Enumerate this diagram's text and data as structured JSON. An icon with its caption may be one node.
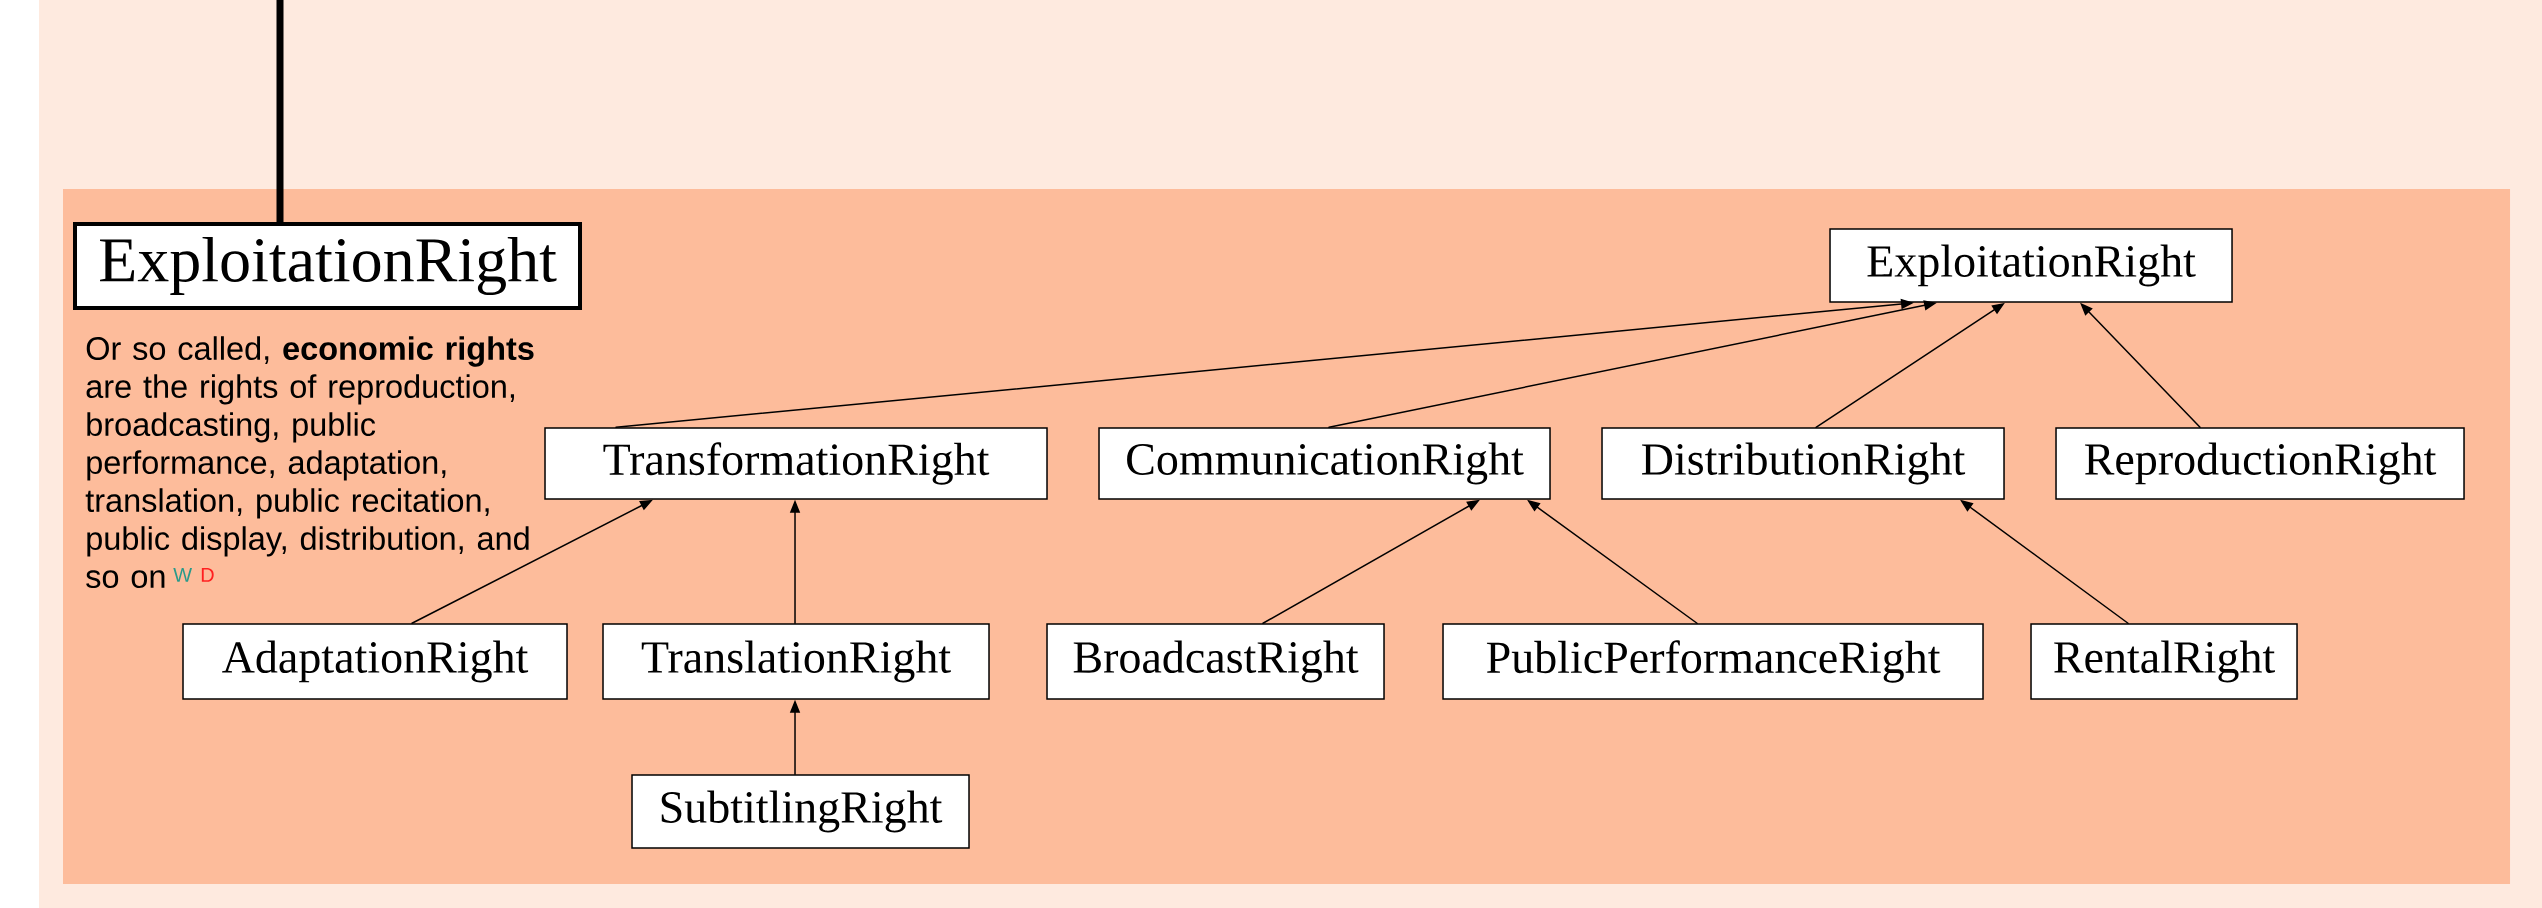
{
  "diagram": {
    "nodes": [
      {
        "text": [
          "ExploitationRight"
        ],
        "beside": [
          "Or so called, **economic rights** are the rights of reproduction, broadcasting, public performance, adaptation, translation, public recitation, public display, distribution, and so on"
        ]
      },
      {
        "text": [
          "ExploitationRight"
        ]
      },
      {
        "text": [
          "TransformationRight"
        ]
      },
      {
        "text": [
          "CommunicationRight"
        ]
      },
      {
        "text": [
          "DistributionRight"
        ]
      },
      {
        "text": [
          "ReproductionRight"
        ]
      },
      {
        "text": [
          "AdaptationRight"
        ]
      },
      {
        "text": [
          "TranslationRight"
        ]
      },
      {
        "text": [
          "BroadcastRight"
        ]
      },
      {
        "text": [
          "PublicPerformanceRight"
        ]
      },
      {
        "text": [
          "RentalRight"
        ]
      },
      {
        "text": [
          "SubtitlingRight"
        ]
      }
    ],
    "edges": [
      {
        "from": null,
        "to": 0,
        "arrow": "none",
        "style": "thick"
      },
      {
        "from": 2,
        "to": 1,
        "arrow": "to"
      },
      {
        "from": 3,
        "to": 1,
        "arrow": "to"
      },
      {
        "from": 4,
        "to": 1,
        "arrow": "to"
      },
      {
        "from": 5,
        "to": 1,
        "arrow": "to"
      },
      {
        "from": 6,
        "to": 2,
        "arrow": "to"
      },
      {
        "from": 7,
        "to": 2,
        "arrow": "to"
      },
      {
        "from": 11,
        "to": 7,
        "arrow": "to"
      },
      {
        "from": 8,
        "to": 3,
        "arrow": "to"
      },
      {
        "from": 9,
        "to": 3,
        "arrow": "to"
      },
      {
        "from": 10,
        "to": 4,
        "arrow": "to"
      }
    ],
    "labels": [
      "W",
      "D"
    ]
  }
}
